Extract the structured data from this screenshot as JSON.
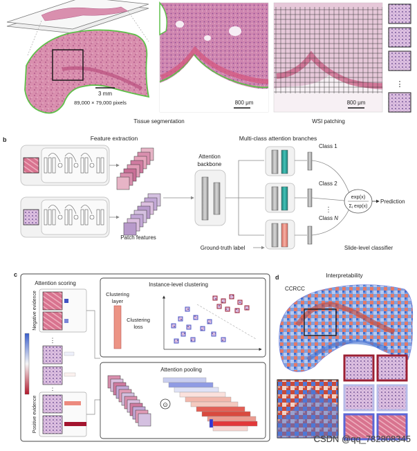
{
  "panel_a": {
    "scale_3mm": "3 mm",
    "pixels": "89,000 × 79,000 pixels",
    "scale_800_1": "800 μm",
    "scale_800_2": "800 μm",
    "tissue_segmentation": "Tissue segmentation",
    "wsi_patching": "WSI patching",
    "ellipsis": "⋮"
  },
  "panel_b": {
    "label": "b",
    "feature_extraction": "Feature extraction",
    "attention": "Attention",
    "backbone": "backbone",
    "multi_class": "Multi-class attention branches",
    "class1": "Class 1",
    "class2": "Class 2",
    "classN_prefix": "Class ",
    "classN_var": "N",
    "dots": "⋮",
    "exp_top": "exp(x)",
    "exp_bottom": "Σⱼ exp(x)",
    "prediction": "Prediction",
    "patch_features": "Patch features",
    "ground_truth": "Ground-truth label",
    "slide_level": "Slide-level classifier"
  },
  "panel_c": {
    "label": "c",
    "attention_scoring": "Attention scoring",
    "negative_evidence": "Negative evidence",
    "positive_evidence": "Positive evidence",
    "instance_clustering": "Instance-level clustering",
    "clustering": "Clustering",
    "layer": "layer",
    "clustering2": "Clustering",
    "loss": "loss",
    "attention_pooling": "Attention pooling",
    "dots": "⋮",
    "odot": "⊙"
  },
  "panel_d": {
    "label": "d",
    "interpretability": "Interpretability",
    "ccrcc": "CCRCC"
  },
  "watermark": "CSDN @qq_782808345",
  "colors": {
    "tissue_pink": "#d98fae",
    "tissue_dark": "#b94e7e",
    "outline_green": "#5fc04a",
    "teal": "#2aa39a",
    "salmon": "#ec8a7e",
    "heat_red": "#c0392b",
    "heat_blue": "#3f6fd1",
    "frame_red": "#9c2033",
    "frame_blue": "#6b74d8"
  }
}
